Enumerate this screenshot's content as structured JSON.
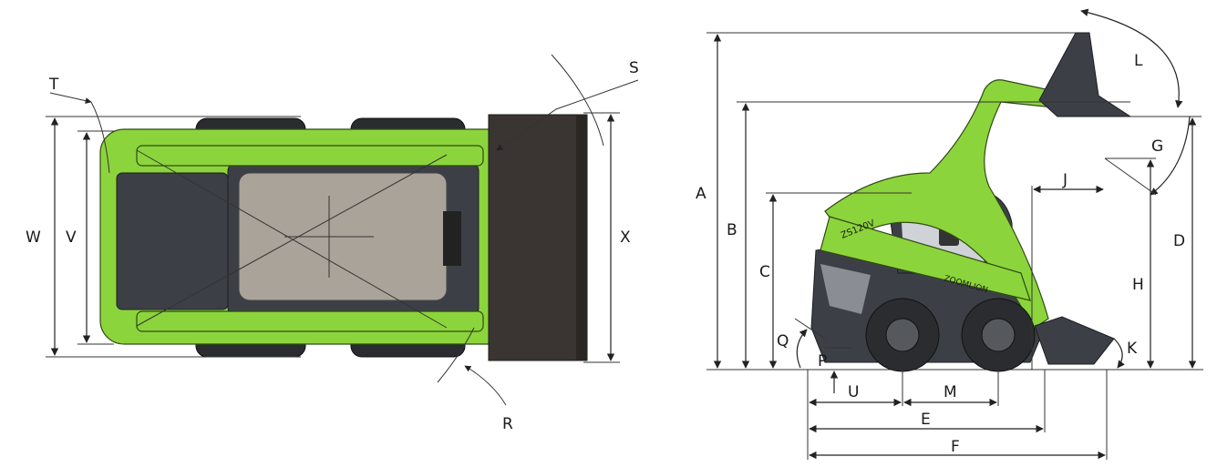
{
  "top_view": {
    "labels": [
      "T",
      "S",
      "W",
      "V",
      "X",
      "R"
    ]
  },
  "side_view": {
    "labels": [
      "A",
      "B",
      "C",
      "D",
      "H",
      "G",
      "J",
      "L",
      "K",
      "Q",
      "P",
      "U",
      "M",
      "E",
      "F"
    ],
    "model_decal": "ZS120V",
    "brand_decal": "ZOOMLION"
  },
  "colors": {
    "machine_green": "#8cd43c",
    "machine_dark": "#3c4046",
    "lines": "#222222"
  }
}
